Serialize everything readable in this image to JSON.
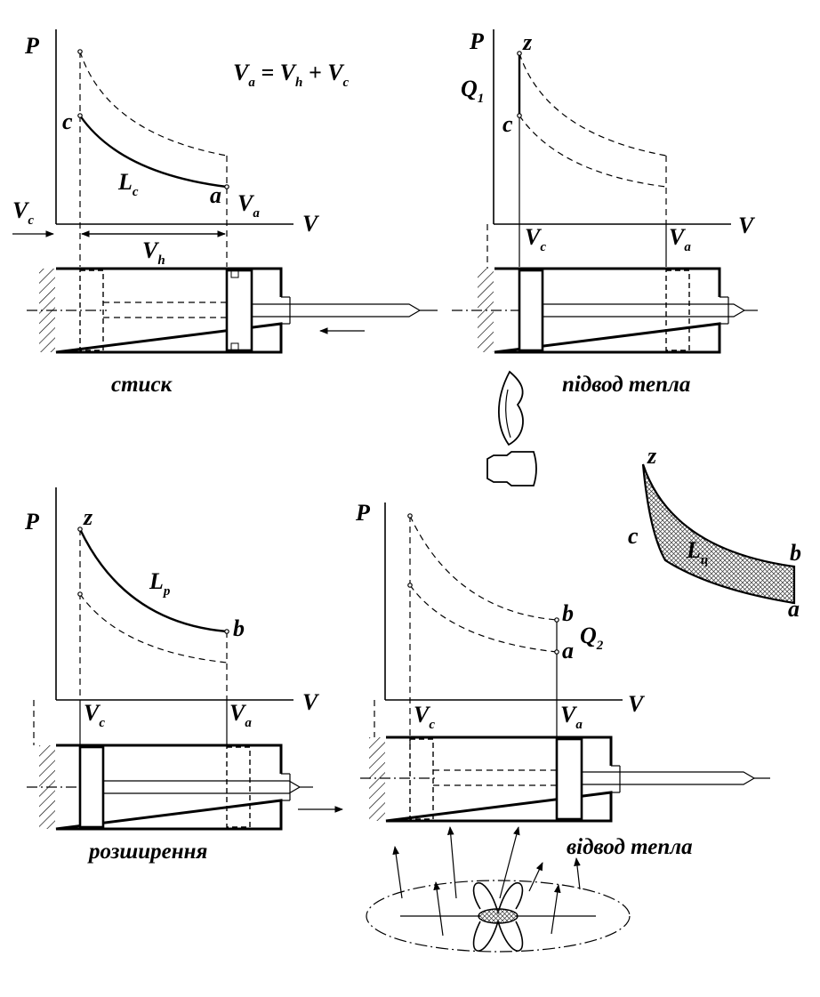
{
  "formula": {
    "lhs": "V",
    "lhs_sub": "a",
    "eq": " = ",
    "t1": "V",
    "t1_sub": "h",
    "plus": " + ",
    "t2": "V",
    "t2_sub": "c"
  },
  "axes": {
    "p": "P",
    "v": "V"
  },
  "panel_compression": {
    "caption": "стиск",
    "point_c": "c",
    "point_a": "a",
    "work": "L",
    "work_sub": "c",
    "vc": "V",
    "vc_sub": "c",
    "va": "V",
    "va_sub": "a",
    "vh": "V",
    "vh_sub": "h"
  },
  "panel_heat_supply": {
    "caption": "підвод тепла",
    "point_z": "z",
    "point_c": "c",
    "heat": "Q",
    "heat_sub": "1",
    "vc": "V",
    "vc_sub": "c",
    "va": "V",
    "va_sub": "a"
  },
  "panel_expansion": {
    "caption": "розширення",
    "point_z": "z",
    "point_b": "b",
    "work": "L",
    "work_sub": "p",
    "vc": "V",
    "vc_sub": "c",
    "va": "V",
    "va_sub": "a"
  },
  "panel_heat_removal": {
    "caption": "відвод тепла",
    "point_b": "b",
    "point_a": "a",
    "heat": "Q",
    "heat_sub": "2",
    "vc": "V",
    "vc_sub": "c",
    "va": "V",
    "va_sub": "a"
  },
  "cycle": {
    "point_z": "z",
    "point_c": "c",
    "point_b": "b",
    "point_a": "a",
    "work": "L",
    "work_sub": "ц"
  }
}
